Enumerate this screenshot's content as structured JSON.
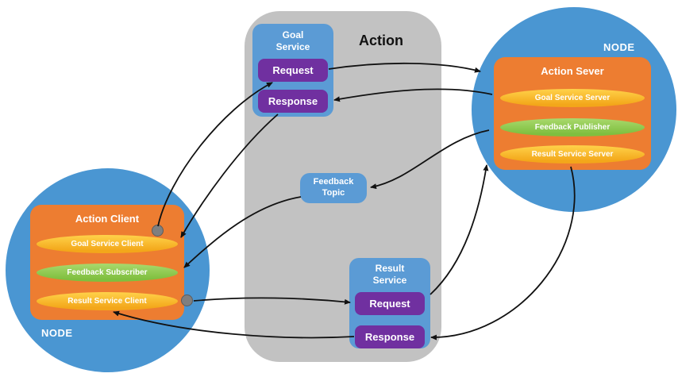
{
  "diagram": {
    "action_label": "Action",
    "goal_service": {
      "title": "Goal Service",
      "request_label": "Request",
      "response_label": "Response"
    },
    "feedback_topic": {
      "title": "Feedback Topic"
    },
    "result_service": {
      "title": "Result Service",
      "request_label": "Request",
      "response_label": "Response"
    },
    "client_node": {
      "node_label": "NODE",
      "title": "Action Client",
      "items": [
        {
          "label": "Goal Service Client",
          "color": "yellow"
        },
        {
          "label": "Feedback Subscriber",
          "color": "green"
        },
        {
          "label": "Result Service Client",
          "color": "yellow"
        }
      ]
    },
    "server_node": {
      "node_label": "NODE",
      "title": "Action Sever",
      "items": [
        {
          "label": "Goal Service Server",
          "color": "yellow"
        },
        {
          "label": "Feedback Publisher",
          "color": "green"
        },
        {
          "label": "Result Service Server",
          "color": "yellow"
        }
      ]
    },
    "colors": {
      "node_circle_blue": "#4a96d2",
      "service_box_blue": "#5b9bd5",
      "button_purple": "#7030a0",
      "node_box_orange": "#ed7d31",
      "pill_yellow": "#f5a91c",
      "pill_green": "#8fc74f",
      "panel_gray": "#c2c2c2",
      "arrow_black": "#111111"
    }
  }
}
